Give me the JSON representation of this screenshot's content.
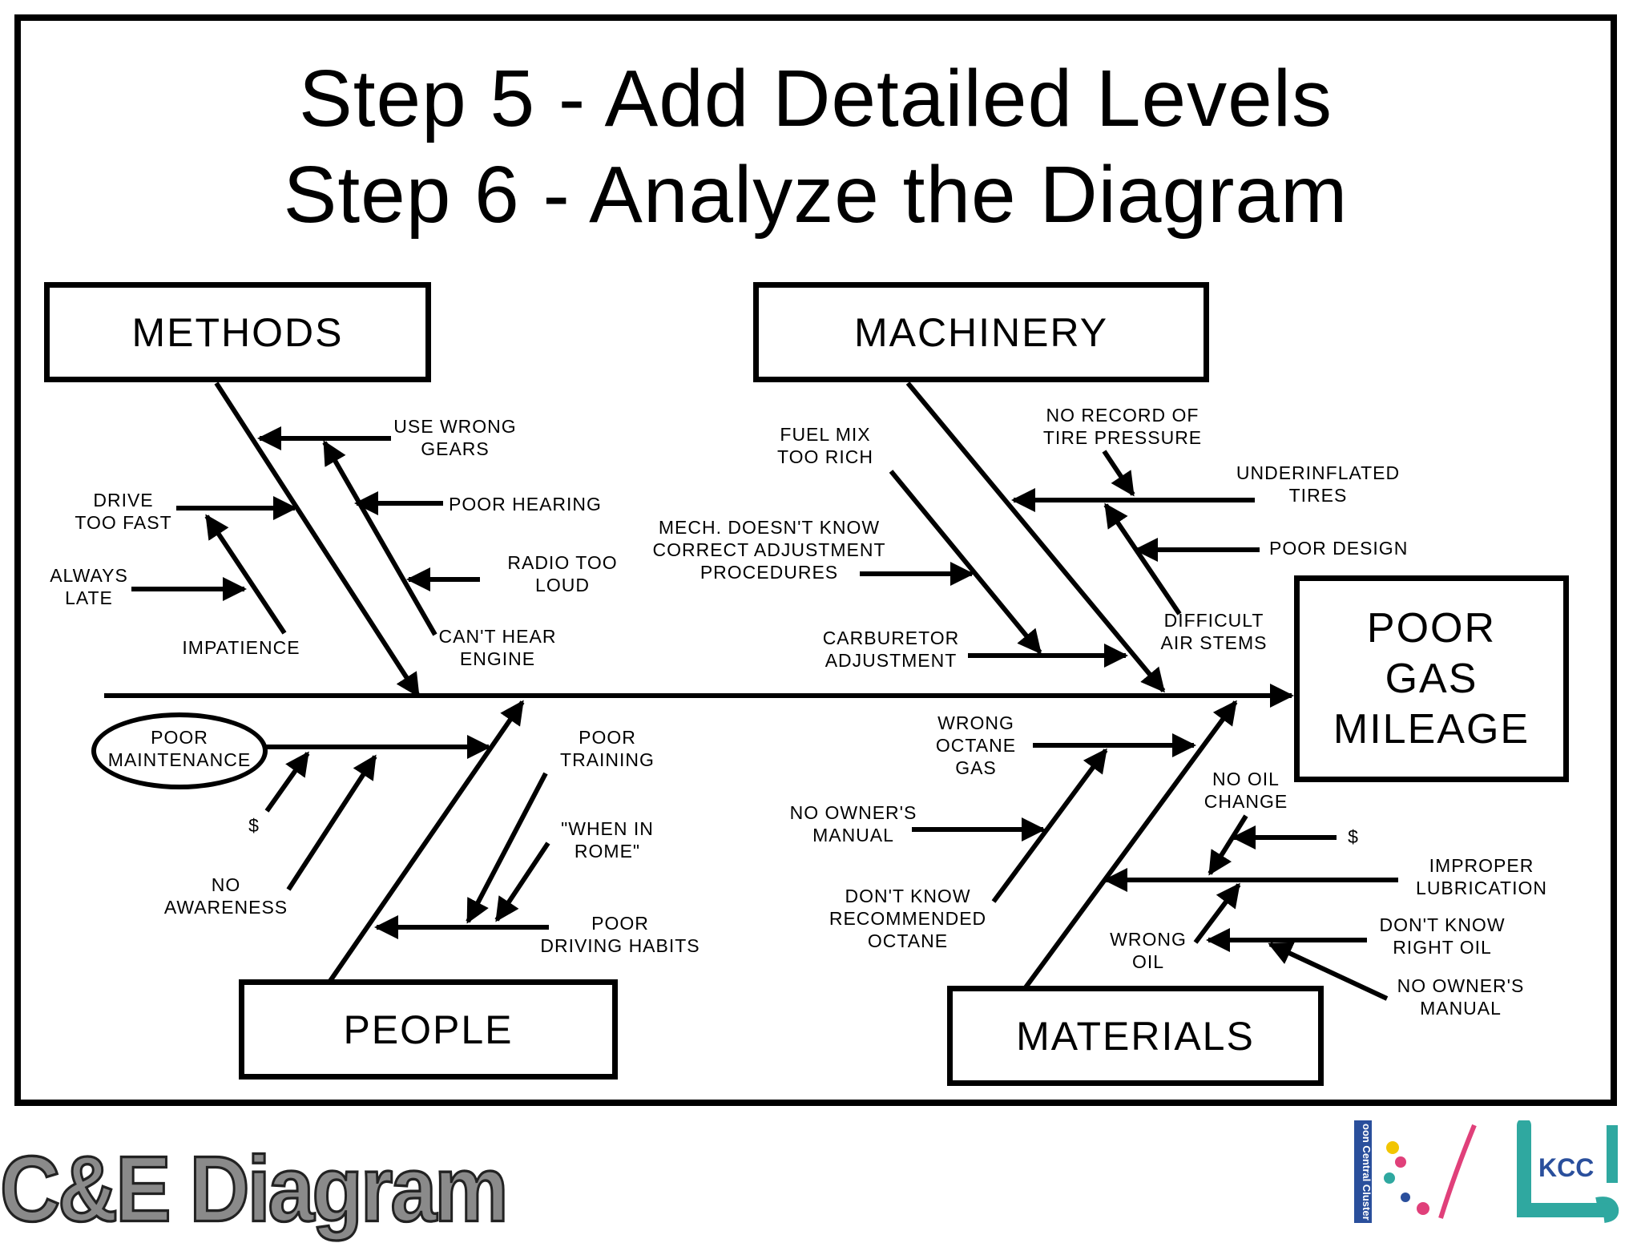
{
  "title": {
    "line1": "Step 5 -  Add Detailed Levels",
    "line2": "Step 6 -  Analyze the Diagram"
  },
  "categories": {
    "methods": "METHODS",
    "machinery": "MACHINERY",
    "people": "PEOPLE",
    "materials": "MATERIALS"
  },
  "effect": {
    "line1": "POOR",
    "line2": "GAS",
    "line3": "MILEAGE"
  },
  "methods_causes": {
    "use_wrong_gears": "USE WRONG\nGEARS",
    "poor_hearing": "POOR HEARING",
    "radio_too_loud": "RADIO TOO\nLOUD",
    "cant_hear_engine": "CAN'T HEAR\nENGINE",
    "drive_too_fast": "DRIVE\nTOO FAST",
    "always_late": "ALWAYS\nLATE",
    "impatience": "IMPATIENCE"
  },
  "machinery_causes": {
    "fuel_mix": "FUEL MIX\nTOO RICH",
    "mech_doesnt_know": "MECH. DOESN'T KNOW\nCORRECT ADJUSTMENT\nPROCEDURES",
    "carburetor": "CARBURETOR\nADJUSTMENT",
    "no_record": "NO RECORD OF\nTIRE PRESSURE",
    "underinflated": "UNDERINFLATED\nTIRES",
    "poor_design": "POOR DESIGN",
    "difficult_air_stems": "DIFFICULT\nAIR STEMS"
  },
  "people_causes": {
    "poor_maintenance": "POOR\nMAINTENANCE",
    "dollar": "$",
    "no_awareness": "NO\nAWARENESS",
    "poor_training": "POOR\nTRAINING",
    "when_in_rome": "\"WHEN IN\nROME\"",
    "poor_driving_habits": "POOR\nDRIVING HABITS"
  },
  "materials_causes": {
    "wrong_octane_gas": "WRONG\nOCTANE\nGAS",
    "no_owners_manual": "NO OWNER'S\nMANUAL",
    "dont_know_recommended": "DON'T KNOW\nRECOMMENDED\nOCTANE",
    "no_oil_change": "NO OIL\nCHANGE",
    "dollar": "$",
    "improper_lubrication": "IMPROPER\nLUBRICATION",
    "dont_know_right_oil": "DON'T KNOW\nRIGHT OIL",
    "wrong_oil": "WRONG\nOIL",
    "no_owners_manual_2": "NO OWNER'S\nMANUAL"
  },
  "footer": {
    "title": "C&E Diagram",
    "logo1_text": "oon Central Cluster",
    "logo2_text": "KCC"
  },
  "colors": {
    "ink": "#000000",
    "footer_title": "#8a8a8a",
    "logo_teal": "#2fa8a0",
    "logo_blue": "#2a4f9c",
    "logo_pink": "#e0407a"
  }
}
